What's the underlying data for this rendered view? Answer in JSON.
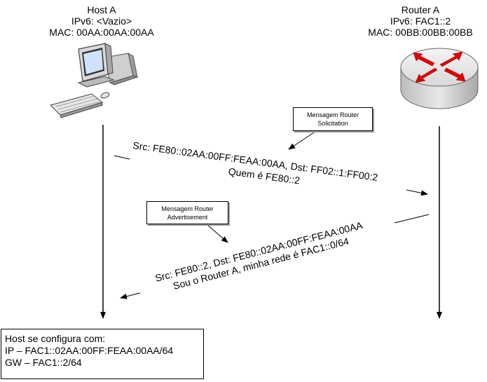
{
  "host": {
    "title": "Host A",
    "ipv6": "IPv6: <Vazio>",
    "mac": "MAC: 00AA:00AA:00AA"
  },
  "router": {
    "title": "Router A",
    "ipv6": "IPv6: FAC1::2",
    "mac": "MAC: 00BB:00BB:00BB"
  },
  "notes": {
    "solicitation": [
      "Mensagem Router",
      "Solicitation"
    ],
    "advertisement": [
      "Mensagem Router",
      "Advertisement"
    ]
  },
  "messages": {
    "solicitation": [
      "Src: FE80::02AA:00FF:FEAA:00AA, Dst: FF02::1:FF00:2",
      "Quem é FE80::2"
    ],
    "advertisement": [
      "Src: FE80::2, Dst: FE80::02AA:00FF:FEAA:00AA",
      "Sou o Router A, minha rede é FAC1::0/64"
    ]
  },
  "config": {
    "title": "Host se configura com:",
    "ip": "IP – FAC1::02AA:00FF:FEAA:00AA/64",
    "gw": "GW – FAC1::2/64"
  }
}
